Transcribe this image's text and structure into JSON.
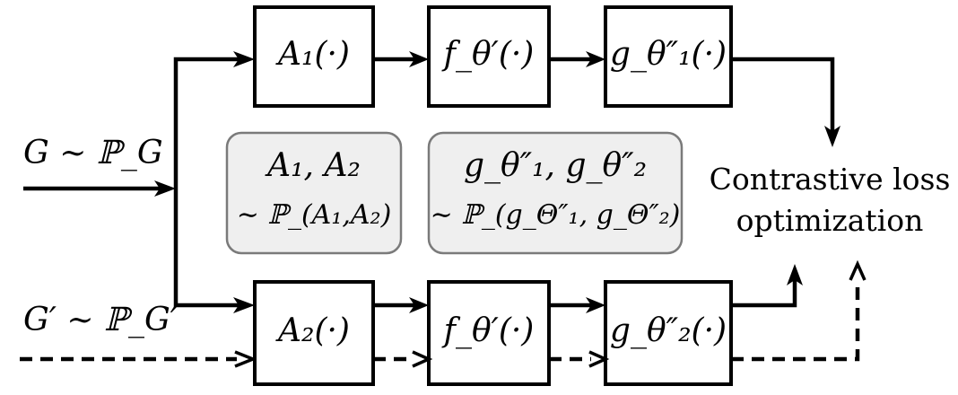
{
  "inputs": {
    "top": "G ∼ ℙ_G",
    "bottom": "G′ ∼ ℙ_G′"
  },
  "top_row": {
    "aug": "A₁(·)",
    "encoder": "f_θ′(·)",
    "projector": "g_θ″₁(·)"
  },
  "bottom_row": {
    "aug": "A₂(·)",
    "encoder": "f_θ′(·)",
    "projector": "g_θ″₂(·)"
  },
  "sampling": {
    "aug_line1": "A₁, A₂",
    "aug_line2": "∼ ℙ_(A₁,A₂)",
    "proj_line1": "g_θ″₁, g_θ″₂",
    "proj_line2": "∼ ℙ_(g_Θ″₁, g_Θ″₂)"
  },
  "loss": {
    "line1": "Contrastive loss",
    "line2": "optimization"
  }
}
